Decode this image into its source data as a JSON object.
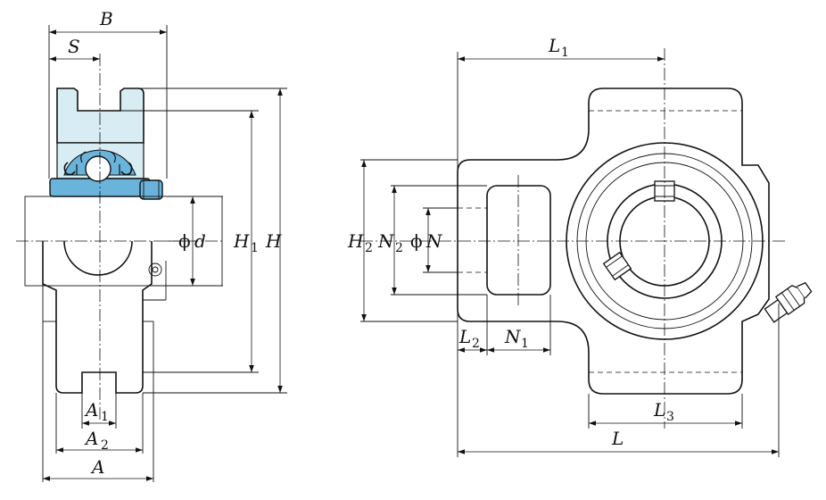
{
  "colors": {
    "line": "#111111",
    "insert_light": "#d8ecf3",
    "insert_blue": "#6ab4dc",
    "background": "#ffffff"
  },
  "side_view": {
    "labels": {
      "B": "B",
      "S": "S",
      "phi": "ϕ",
      "d": "d",
      "H1": "H",
      "H1_sub": "1",
      "H": "H",
      "A1": "A",
      "A1_sub": "1",
      "A2": "A",
      "A2_sub": "2",
      "A": "A"
    }
  },
  "front_view": {
    "labels": {
      "L1": "L",
      "L1_sub": "1",
      "H2": "H",
      "H2_sub": "2",
      "N2": "N",
      "N2_sub": "2",
      "phiN_phi": "ϕ",
      "phiN": "N",
      "L2": "L",
      "L2_sub": "2",
      "N1": "N",
      "N1_sub": "1",
      "L3": "L",
      "L3_sub": "3",
      "L": "L"
    }
  }
}
